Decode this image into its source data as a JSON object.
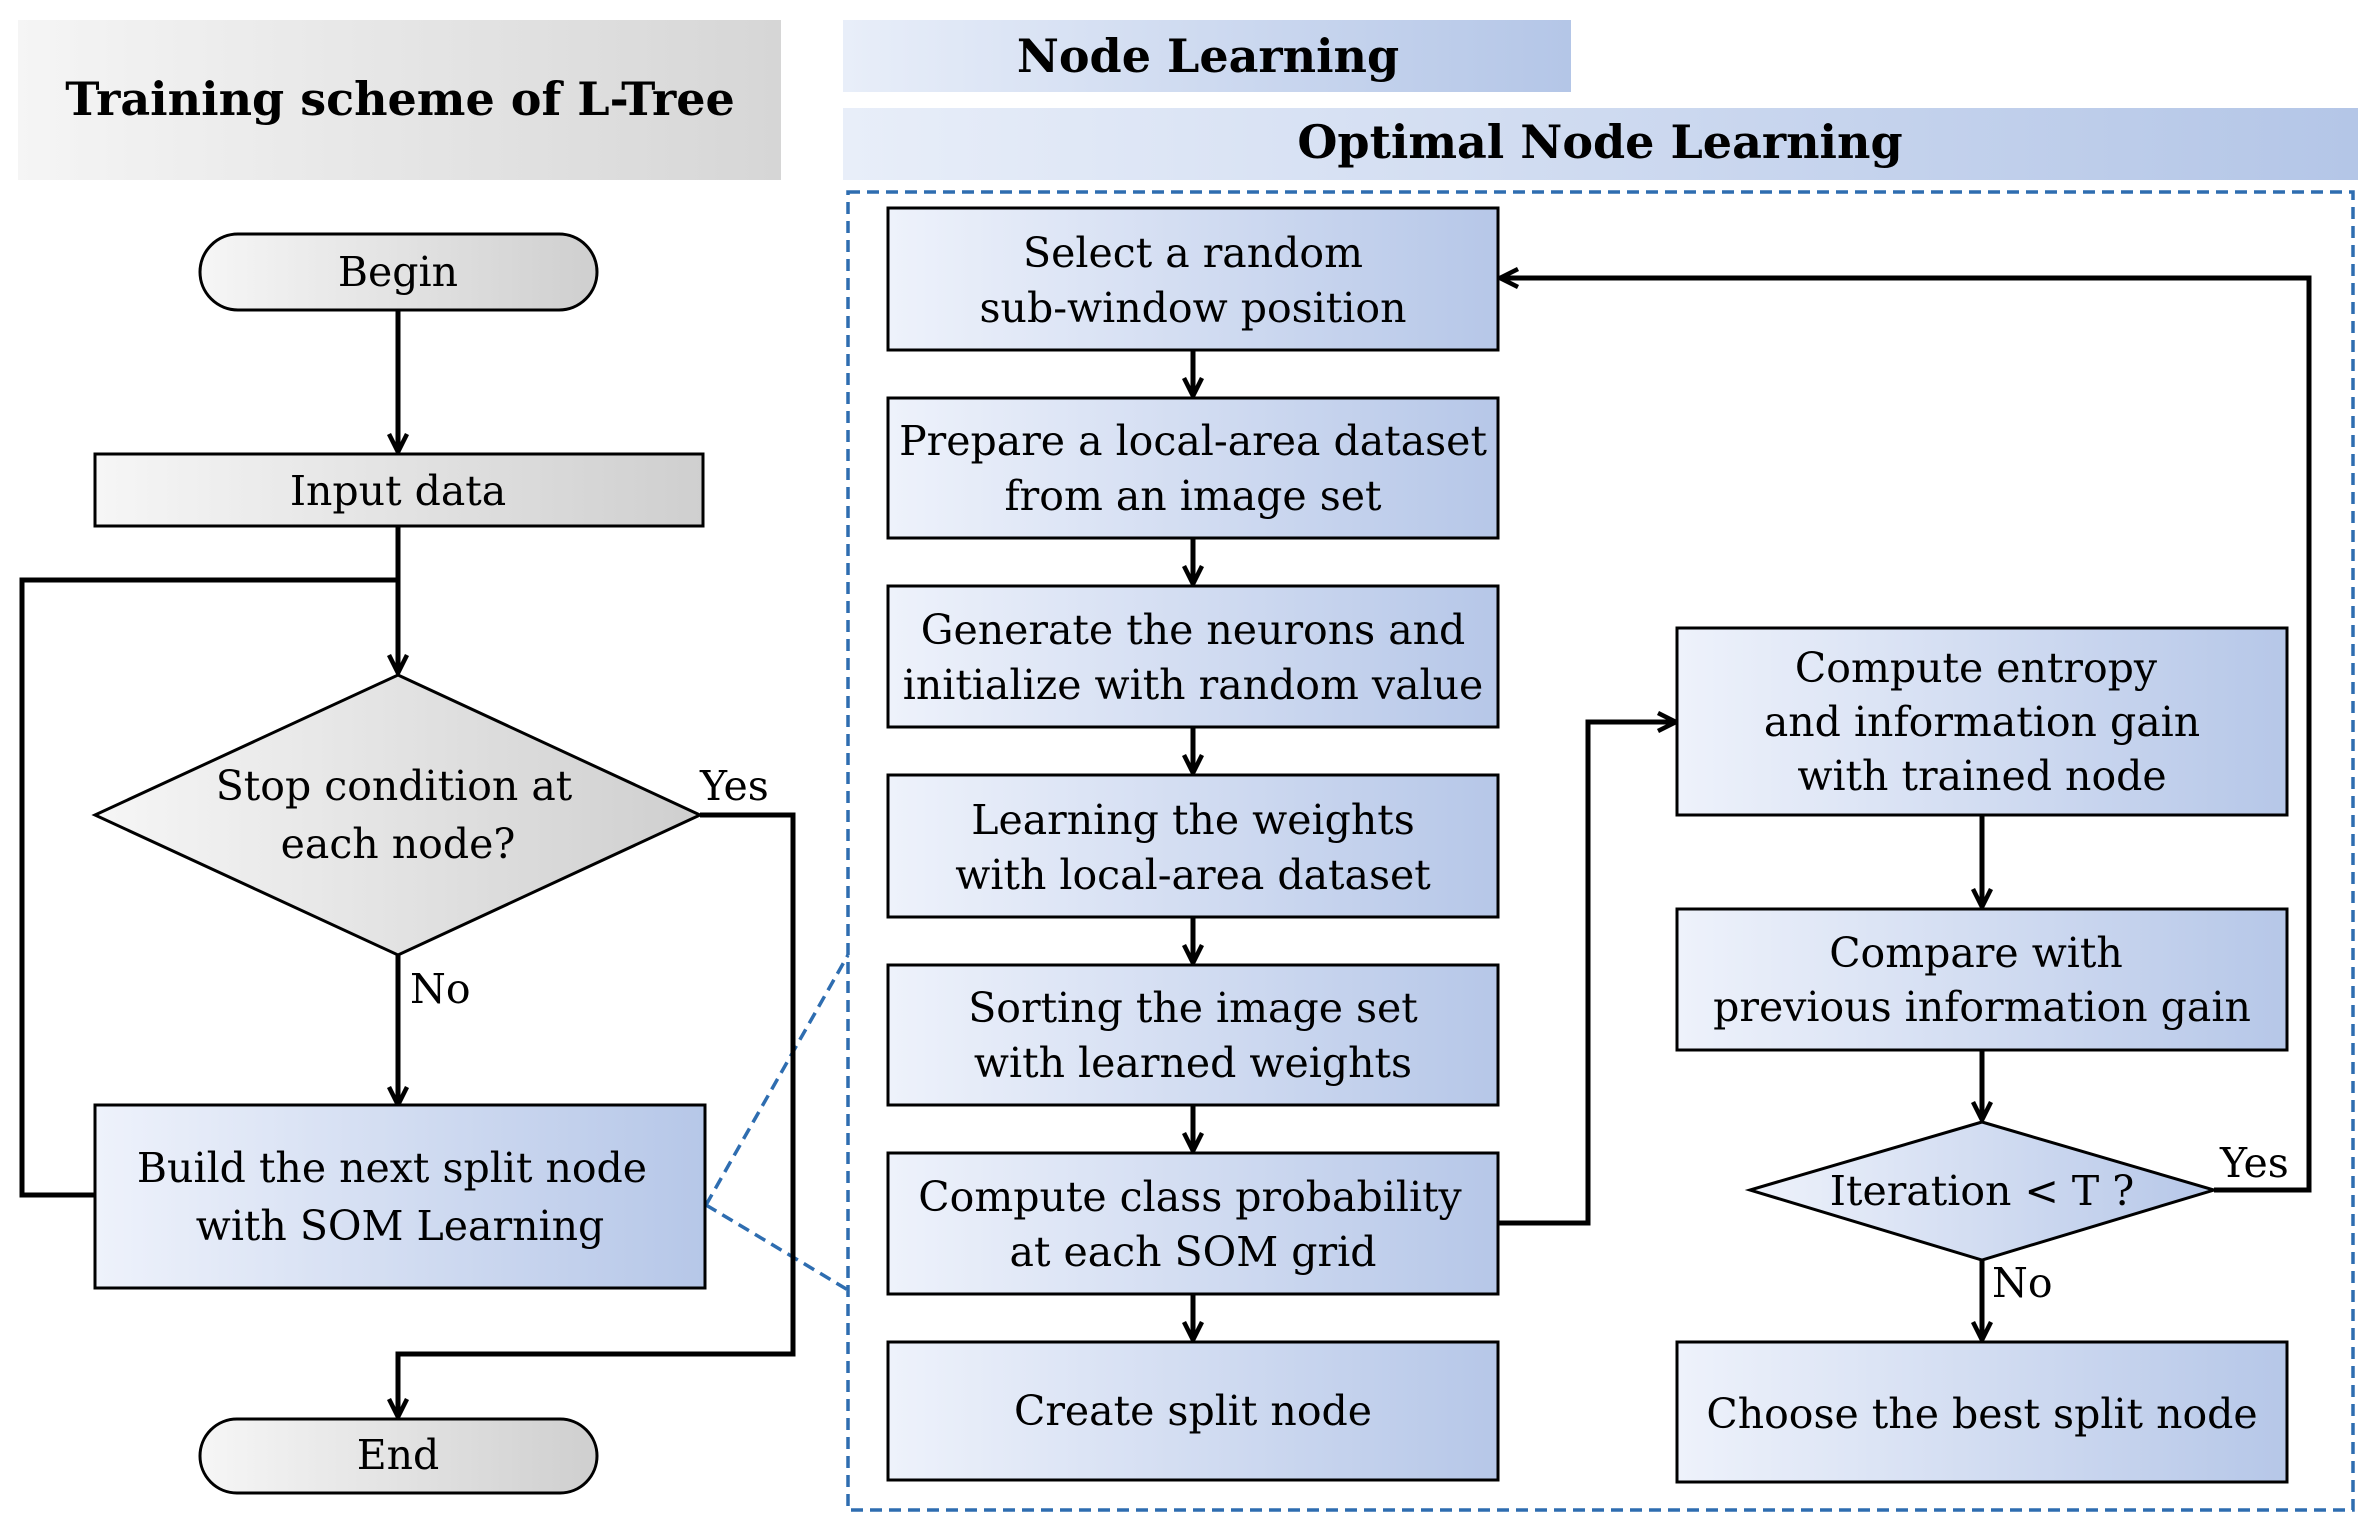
{
  "headers": {
    "training_scheme": "Training scheme of L-Tree",
    "node_learning": "Node Learning",
    "optimal_node_learning": "Optimal Node Learning"
  },
  "left_flow": {
    "begin": "Begin",
    "input": "Input data",
    "decision_line1": "Stop condition at",
    "decision_line2": "each node?",
    "yes": "Yes",
    "no": "No",
    "build_line1": "Build the next split node",
    "build_line2": "with SOM Learning",
    "end": "End"
  },
  "node_steps": [
    {
      "line1": "Select a random",
      "line2": "sub-window position"
    },
    {
      "line1": "Prepare a local-area dataset",
      "line2": "from an image set"
    },
    {
      "line1": "Generate the neurons and",
      "line2": "initialize with random value"
    },
    {
      "line1": "Learning the weights",
      "line2": "with local-area dataset"
    },
    {
      "line1": "Sorting the image set",
      "line2": "with learned weights"
    },
    {
      "line1": "Compute class probability",
      "line2": "at each SOM grid"
    },
    {
      "line1": "Create split node",
      "line2": ""
    }
  ],
  "optimal_steps": {
    "entropy_line1": "Compute entropy",
    "entropy_line2": "and information gain",
    "entropy_line3": "with trained node",
    "compare_line1": "Compare with",
    "compare_line2": "previous information gain",
    "iteration": "Iteration < T ?",
    "yes": "Yes",
    "no": "No",
    "choose": "Choose the best split node"
  },
  "colors": {
    "box_light": "#eef2fb",
    "box_dark": "#b9c9e8",
    "gray_light": "#f7f7f7",
    "gray_dark": "#c8c8c8",
    "dashed_blue": "#2e6db0"
  }
}
